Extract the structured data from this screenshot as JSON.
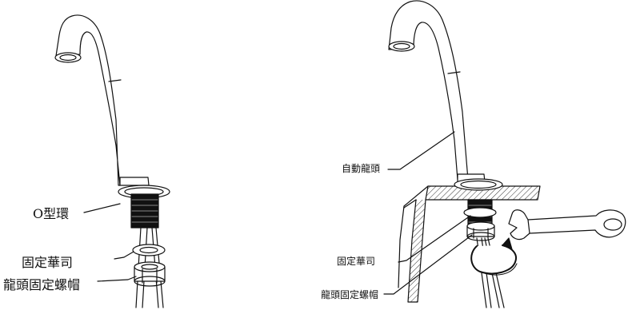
{
  "labels": {
    "o_ring": "O型環",
    "bracket_left": "固定華司",
    "lock_nut_left": "龍頭固定螺帽",
    "auto_faucet": "自動龍頭",
    "bracket_right": "固定華司",
    "lock_nut_right": "龍頭固定螺帽"
  },
  "colors": {
    "line": "#111111",
    "fill": "#ffffff",
    "hatch": "#333333"
  }
}
